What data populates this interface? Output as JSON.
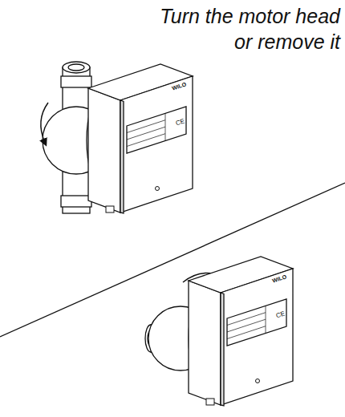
{
  "diagram": {
    "title": "Turn the motor head or remove it",
    "labels": [
      "WILO",
      "CE",
      "WILO",
      "CE"
    ]
  }
}
